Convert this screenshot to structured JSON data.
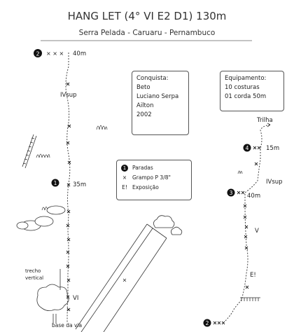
{
  "header": {
    "title": "HANG LET (4° VI E2 D1) 130m",
    "subtitle": "Serra Pelada - Caruaru - Pernambuco"
  },
  "conquista": {
    "heading": "Conquista:",
    "lines": [
      "Beto",
      "Luciano Serpa",
      "Ailton",
      "2002"
    ]
  },
  "equipamento": {
    "heading": "Equipamento:",
    "lines": [
      "10 costuras",
      "01 corda 50m"
    ]
  },
  "legend": {
    "stop_symbol": "1",
    "stop_label": "Paradas",
    "bolt_symbol": "×",
    "bolt_label": "Grampo P 3/8\"",
    "exposure_symbol": "E!",
    "exposure_label": "Exposição"
  },
  "main_route": {
    "stop_top_number": "2",
    "stop_top_bolts": "× × ×",
    "top_length": "40m",
    "grade_upper": "IVsup",
    "stop_mid_number": "1",
    "mid_length": "35m",
    "grade_lower": "VI",
    "note_vertical": "trecho\nvertical",
    "base_label": "base da via"
  },
  "right_route": {
    "trail_label": "Trilha",
    "stop4_number": "4",
    "stop4_length": "15m",
    "grade_upper": "IVsup",
    "stop3_number": "3",
    "stop3_length": "40m",
    "grade_mid": "V",
    "exposure": "E!",
    "stop2_number": "2"
  }
}
